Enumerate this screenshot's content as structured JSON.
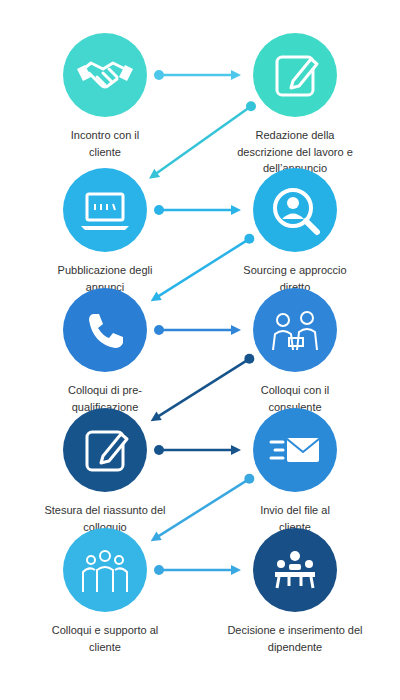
{
  "diagram": {
    "nodes": [
      {
        "text": [
          "Incontro con il cliente"
        ]
      },
      {
        "text": [
          "Redazione della descrizione del lavoro e dell’annuncio"
        ]
      },
      {
        "text": [
          "Pubblicazione degli annunci"
        ]
      },
      {
        "text": [
          "Sourcing e approccio diretto"
        ]
      },
      {
        "text": [
          "Colloqui di pre-qualificazione"
        ]
      },
      {
        "text": [
          "Colloqui con il consulente"
        ]
      },
      {
        "text": [
          "Stesura del riassunto del colloquio"
        ]
      },
      {
        "text": [
          "Invio del file al cliente"
        ]
      },
      {
        "text": [
          "Colloqui e supporto al cliente"
        ]
      },
      {
        "text": [
          "Decisione e inserimento del dipendente"
        ]
      }
    ],
    "edges": [
      {
        "from": 0,
        "to": 1,
        "arrow": "to"
      },
      {
        "from": 1,
        "to": 2,
        "arrow": "to"
      },
      {
        "from": 2,
        "to": 3,
        "arrow": "to"
      },
      {
        "from": 3,
        "to": 4,
        "arrow": "to"
      },
      {
        "from": 4,
        "to": 5,
        "arrow": "to"
      },
      {
        "from": 5,
        "to": 6,
        "arrow": "to"
      },
      {
        "from": 6,
        "to": 7,
        "arrow": "to"
      },
      {
        "from": 7,
        "to": 8,
        "arrow": "to"
      },
      {
        "from": 8,
        "to": 9,
        "arrow": "to"
      }
    ]
  }
}
